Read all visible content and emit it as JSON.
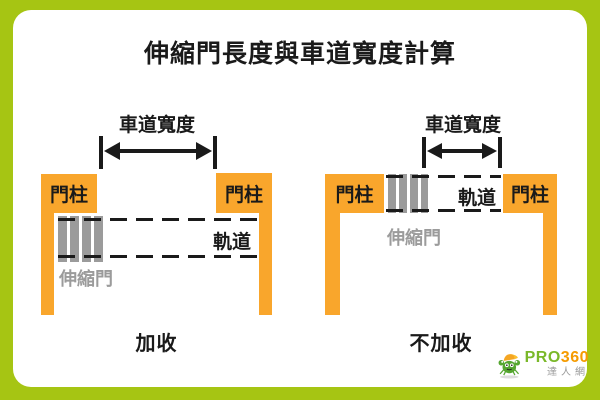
{
  "title": "伸縮門長度與車道寬度計算",
  "diagram_left": {
    "lane_width_label": "車道寬度",
    "post_left_label": "門柱",
    "post_right_label": "門柱",
    "track_label": "軌道",
    "gate_label": "伸縮門",
    "caption": "加收"
  },
  "diagram_right": {
    "lane_width_label": "車道寬度",
    "post_left_label": "門柱",
    "post_right_label": "門柱",
    "track_label": "軌道",
    "gate_label": "伸縮門",
    "caption": "不加收"
  },
  "logo": {
    "brand_name": "PRO",
    "brand_number": "360",
    "brand_tagline": "達人網"
  },
  "colors": {
    "frame_green": "#A6C513",
    "post_orange": "#F9A62C",
    "gate_gray": "#9B9B9B",
    "line_black": "#1A1A1A",
    "label_gray": "#9B9B9B",
    "logo_green": "#7AB829",
    "logo_orange": "#F59B00"
  }
}
